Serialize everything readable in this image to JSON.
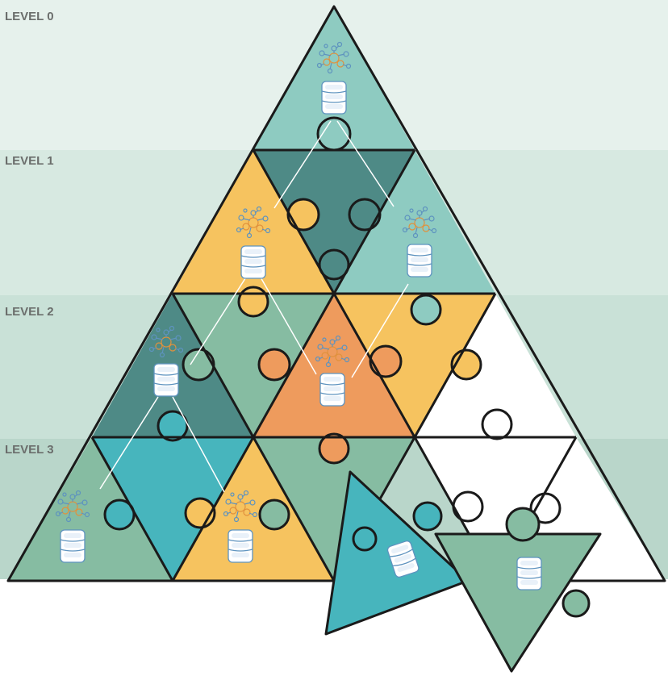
{
  "levels": [
    {
      "label": "LEVEL 0",
      "band_color": "#e6f1ec"
    },
    {
      "label": "LEVEL 1",
      "band_color": "#d7e9e1"
    },
    {
      "label": "LEVEL 2",
      "band_color": "#c9e1d7"
    },
    {
      "label": "LEVEL 3",
      "band_color": "#b9d6ca"
    }
  ],
  "colors": {
    "light_teal": "#8ecbc1",
    "dark_teal": "#4e8a86",
    "yellow": "#f6c35f",
    "orange": "#ee9b5d",
    "sea_green": "#86bca2",
    "cyan": "#47b5bd",
    "white_piece": "#ffffff",
    "outline": "#1a1a1a",
    "icon_blue": "#5e93bf",
    "icon_orange": "#e0913d"
  },
  "icons": {
    "database": "database-icon",
    "network": "network-graph-icon"
  }
}
